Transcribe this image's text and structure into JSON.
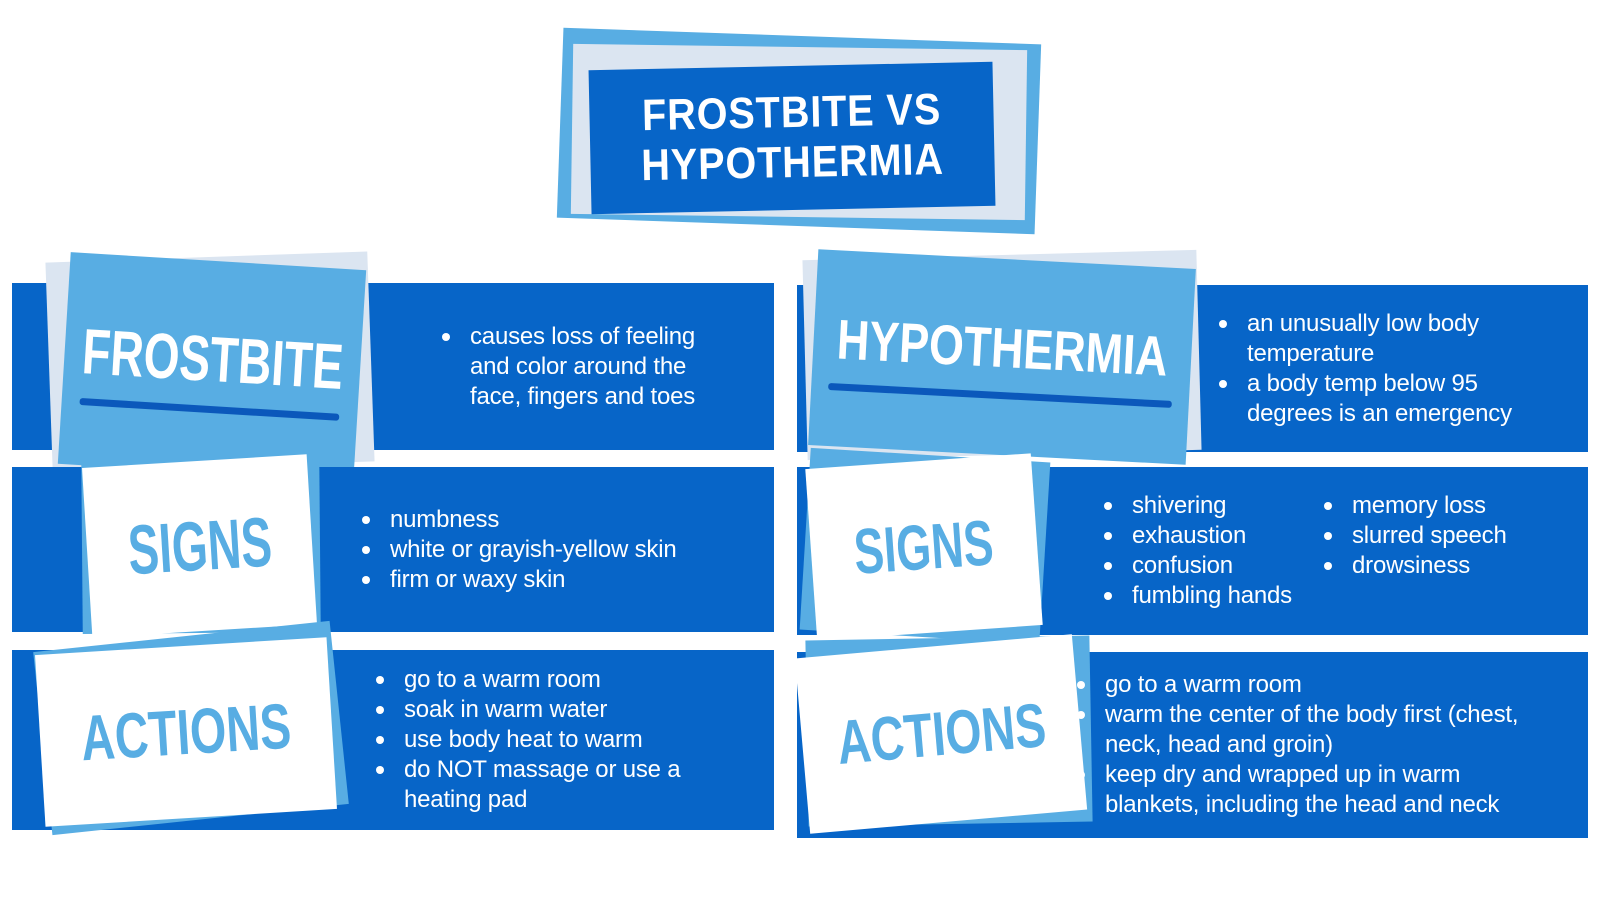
{
  "title": {
    "line1": "FROSTBITE VS",
    "line2": "HYPOTHERMIA"
  },
  "frostbite": {
    "header": {
      "label": "FROSTBITE",
      "bullets": [
        "causes loss of feeling and color around the face, fingers and toes"
      ]
    },
    "signs": {
      "label": "SIGNS",
      "bullets": [
        "numbness",
        "white or grayish-yellow skin",
        "firm or waxy skin"
      ]
    },
    "actions": {
      "label": "ACTIONS",
      "bullets": [
        "go to a warm room",
        "soak in warm water",
        "use body heat to warm",
        "do NOT massage or use a heating pad"
      ]
    }
  },
  "hypothermia": {
    "header": {
      "label": "HYPOTHERMIA",
      "bullets": [
        "an unusually low body temperature",
        "a body temp below 95 degrees is an emergency"
      ]
    },
    "signs": {
      "label": "SIGNS",
      "bullets_left": [
        "shivering",
        "exhaustion",
        "confusion",
        "fumbling hands"
      ],
      "bullets_right": [
        "memory loss",
        "slurred speech",
        "drowsiness"
      ]
    },
    "actions": {
      "label": "ACTIONS",
      "bullets": [
        "go to a warm room",
        "warm the center of the body first (chest, neck, head and groin)",
        "keep dry and wrapped up in warm blankets, including the head and neck"
      ]
    }
  },
  "colors": {
    "primary_blue": "#0765c8",
    "light_blue": "#58ade3",
    "pale_blue": "#dbe5f1",
    "underline_blue": "#0b58bb",
    "text_white": "#ffffff"
  }
}
